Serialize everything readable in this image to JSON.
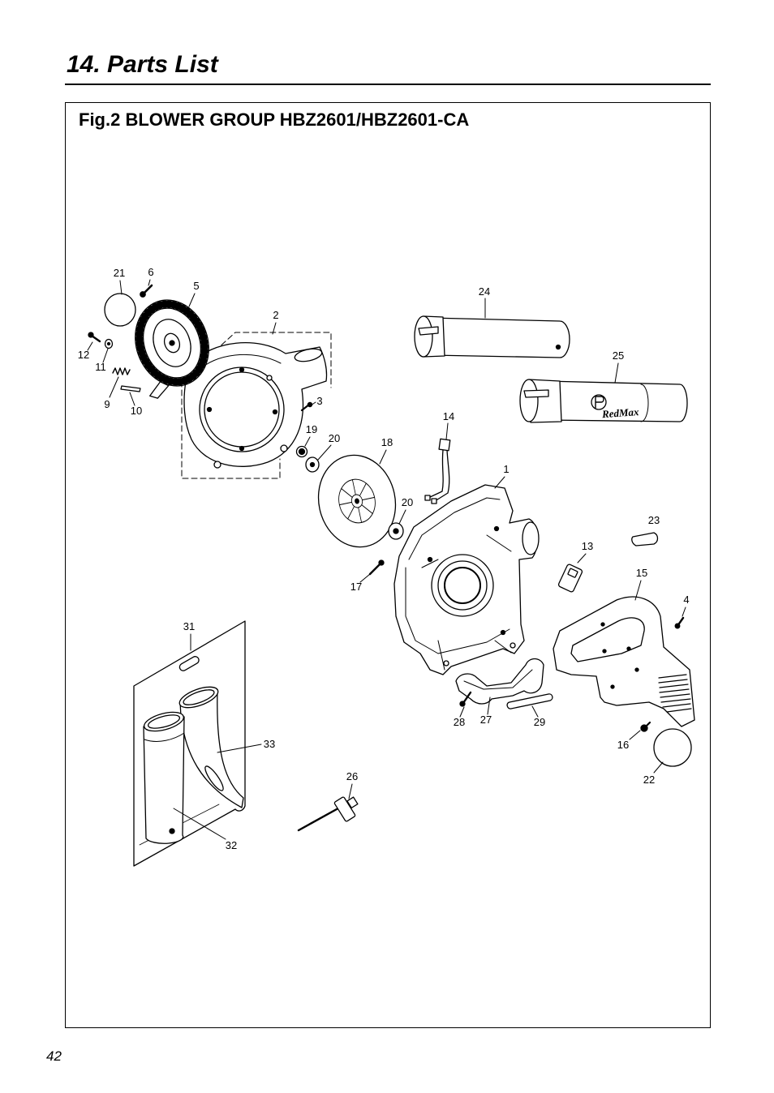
{
  "page": {
    "header_title": "14. Parts List",
    "page_number": "42"
  },
  "figure": {
    "title": "Fig.2 BLOWER GROUP HBZ2601/HBZ2601-CA",
    "logo_text": "RedMax",
    "callouts": [
      "21",
      "6",
      "5",
      "2",
      "24",
      "12",
      "11",
      "25",
      "9",
      "10",
      "3",
      "14",
      "19",
      "20",
      "18",
      "1",
      "20",
      "23",
      "13",
      "15",
      "17",
      "4",
      "31",
      "28",
      "27",
      "29",
      "33",
      "16",
      "26",
      "22",
      "32"
    ]
  },
  "colors": {
    "ink": "#000000",
    "paper": "#ffffff"
  }
}
